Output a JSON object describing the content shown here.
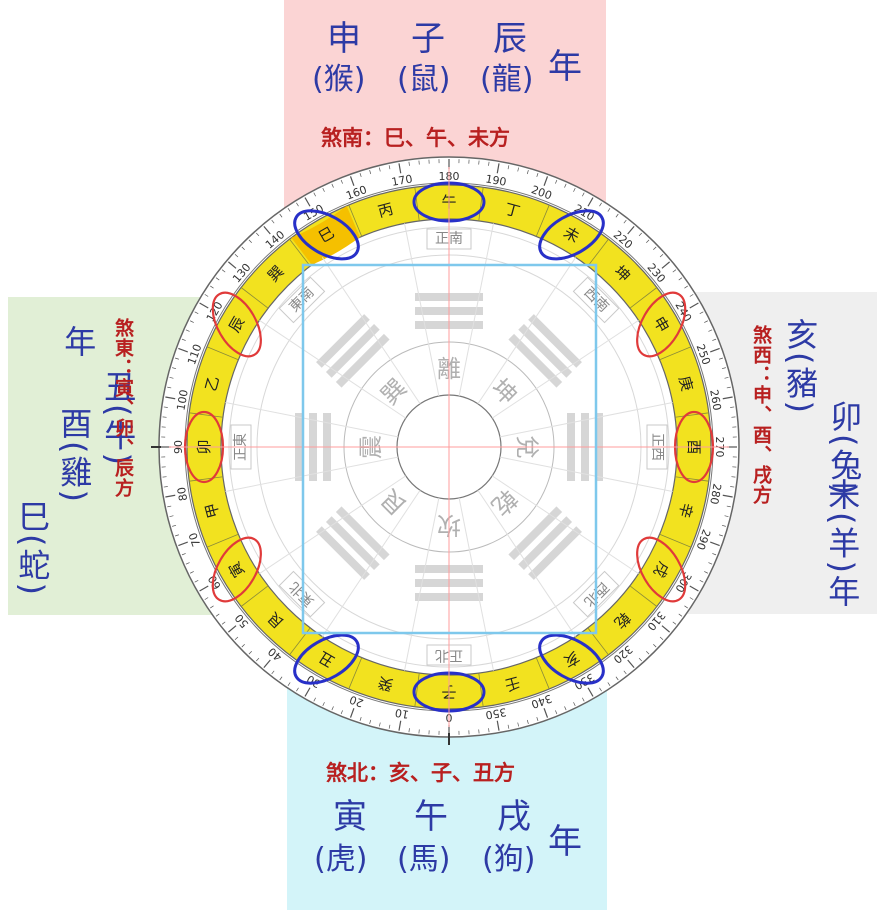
{
  "compass": {
    "mountains": [
      {
        "name": "子",
        "angle": 0,
        "highlight": "blue"
      },
      {
        "name": "癸",
        "angle": 15
      },
      {
        "name": "丑",
        "angle": 30,
        "highlight": "blue"
      },
      {
        "name": "艮",
        "angle": 45
      },
      {
        "name": "寅",
        "angle": 60,
        "highlight": "red"
      },
      {
        "name": "甲",
        "angle": 75
      },
      {
        "name": "卯",
        "angle": 90,
        "highlight": "red"
      },
      {
        "name": "乙",
        "angle": 105
      },
      {
        "name": "辰",
        "angle": 120,
        "highlight": "red"
      },
      {
        "name": "巽",
        "angle": 135
      },
      {
        "name": "巳",
        "angle": 150,
        "highlight": "blue"
      },
      {
        "name": "丙",
        "angle": 165
      },
      {
        "name": "午",
        "angle": 180,
        "highlight": "blue"
      },
      {
        "name": "丁",
        "angle": 195
      },
      {
        "name": "未",
        "angle": 210,
        "highlight": "blue"
      },
      {
        "name": "坤",
        "angle": 225
      },
      {
        "name": "申",
        "angle": 240,
        "highlight": "red"
      },
      {
        "name": "庚",
        "angle": 255
      },
      {
        "name": "酉",
        "angle": 270,
        "highlight": "red"
      },
      {
        "name": "辛",
        "angle": 285
      },
      {
        "name": "戌",
        "angle": 300,
        "highlight": "red"
      },
      {
        "name": "乾",
        "angle": 315
      },
      {
        "name": "亥",
        "angle": 330,
        "highlight": "blue"
      },
      {
        "name": "壬",
        "angle": 345
      }
    ],
    "degree_labels": [
      "0",
      "10",
      "20",
      "30",
      "40",
      "50",
      "60",
      "70",
      "80",
      "90",
      "100",
      "110",
      "120",
      "130",
      "140",
      "150",
      "160",
      "170",
      "180",
      "190",
      "200",
      "210",
      "220",
      "230",
      "240",
      "250",
      "260",
      "270",
      "280",
      "290",
      "300",
      "310",
      "320",
      "330",
      "340",
      "350"
    ],
    "cardinals": [
      {
        "name": "正北",
        "angle": 0
      },
      {
        "name": "東北",
        "angle": 45
      },
      {
        "name": "正東",
        "angle": 90
      },
      {
        "name": "東南",
        "angle": 135
      },
      {
        "name": "正南",
        "angle": 180
      },
      {
        "name": "西南",
        "angle": 225
      },
      {
        "name": "正西",
        "angle": 270
      },
      {
        "name": "西北",
        "angle": 315
      }
    ],
    "trigrams": [
      {
        "name": "坎",
        "angle": 0
      },
      {
        "name": "艮",
        "angle": 45
      },
      {
        "name": "震",
        "angle": 90
      },
      {
        "name": "巽",
        "angle": 135
      },
      {
        "name": "離",
        "angle": 180
      },
      {
        "name": "坤",
        "angle": 225
      },
      {
        "name": "兌",
        "angle": 270
      },
      {
        "name": "乾",
        "angle": 315
      }
    ],
    "colors": {
      "ring_yellow": "#f2e21f",
      "ring_orange": "#f5c000",
      "blue_mark": "#2830c8",
      "red_mark": "#e03a3a"
    }
  },
  "south": {
    "branches": [
      "申",
      "子",
      "辰"
    ],
    "animals": [
      "(猴)",
      "(鼠)",
      "(龍)"
    ],
    "year": "年",
    "sha": "煞南：巳、午、未方"
  },
  "north": {
    "sha": "煞北：亥、子、丑方",
    "branches": [
      "寅",
      "午",
      "戌"
    ],
    "animals": [
      "(虎)",
      "(馬)",
      "(狗)"
    ],
    "year": "年"
  },
  "east": {
    "col1_branch": "巳",
    "col1_animal": "(蛇)",
    "col2_branch": "酉",
    "col2_animal": "(雞)",
    "col3_branch": "丑",
    "col3_animal": "(牛)",
    "year": "年",
    "sha": "煞東：寅、卯、辰方"
  },
  "west": {
    "col1_branch": "亥",
    "col1_animal": "(豬)",
    "col2_branch": "卯",
    "col2_animal": "(兔)",
    "col3_branch": "未",
    "col3_animal": "(羊)",
    "year": "年",
    "sha": "煞西：申、酉、戌方"
  }
}
